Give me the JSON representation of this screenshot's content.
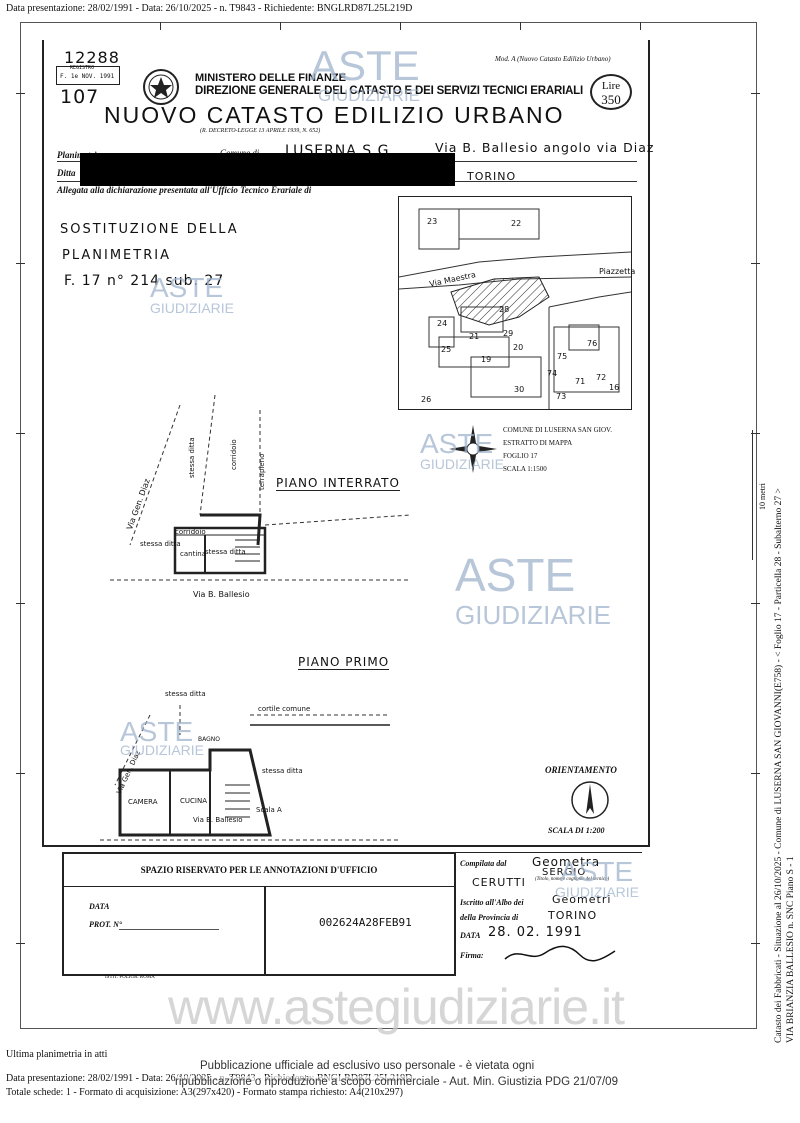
{
  "header_line": "Data presentazione: 28/02/1991 - Data: 26/10/2025 - n. T9843 - Richiedente: BNGLRD87L25L219D",
  "stamp": {
    "number": "12288",
    "handwritten": "107",
    "mini_label": "REGISTRO",
    "mini_date": "F. 1e NOV. 1991"
  },
  "form": {
    "model": "Mod. A (Nuovo Catasto Edilizio Urbano)",
    "ministry": "MINISTERO DELLE FINANZE",
    "direction": "DIREZIONE GENERALE DEL CATASTO E DEI SERVIZI TECNICI ERARIALI",
    "title": "NUOVO CATASTO EDILIZIO URBANO",
    "decree": "(R. DECRETO-LEGGE 13 APRILE 1939, N. 652)",
    "price_label": "Lire",
    "price": "350",
    "row_plan": "Planimetria",
    "row_comune": "Comune di",
    "comune_value": "LUSERNA S.G.",
    "address": "Via B. Ballesio angolo via Diaz",
    "row_ditta": "Ditta",
    "row_allegata": "Allegata alla dichiarazione presentata all'Ufficio Tecnico Erariale di",
    "province": "TORINO"
  },
  "notes": {
    "line1": "SOSTITUZIONE DELLA",
    "line2": "PLANIMETRIA",
    "line3": "F. 17 n° 214 sub. 27"
  },
  "map": {
    "labels": [
      "23",
      "22",
      "Via Maestra",
      "Piazzetta",
      "28",
      "24",
      "25",
      "21",
      "19",
      "20",
      "29",
      "75",
      "76",
      "74",
      "71",
      "72",
      "73",
      "30",
      "26",
      "16"
    ],
    "legend_lines": [
      "COMUNE DI LUSERNA SAN GIOV.",
      "ESTRATTO DI MAPPA",
      "FOGLIO 17",
      "SCALA 1:1500"
    ]
  },
  "plans": {
    "interrato_title": "PIANO INTERRATO",
    "primo_title": "PIANO PRIMO",
    "interrato_labels": [
      "stessa ditta",
      "corridoio",
      "terrapieno",
      "Via Gen. Diaz",
      "stessa ditta",
      "corridoio",
      "cantina",
      "stessa ditta",
      "Via B. Ballesio"
    ],
    "primo_labels": [
      "stessa ditta",
      "cortile comune",
      "BAGNO",
      "Via Gen. Diaz",
      "CAMERA",
      "CUCINA",
      "stessa ditta",
      "Scala A",
      "Via B. Ballesio"
    ]
  },
  "orientation": {
    "label": "ORIENTAMENTO",
    "scale": "SCALA DI 1:200"
  },
  "office": {
    "title": "SPAZIO RISERVATO PER LE ANNOTAZIONI D'UFFICIO",
    "data_label": "DATA",
    "prot_label": "PROT. N°",
    "prot_stamp": "002624A28FEB91"
  },
  "compiler": {
    "compiled_label": "Compilata dal",
    "role": "Geometra",
    "surname": "CERUTTI",
    "name": "SERGIO",
    "name_hint": "(Titolo, nome e cognome del tecnico)",
    "albo_label": "Iscritto all'Albo dei",
    "albo_value": "Geometri",
    "prov_label": "della Provincia di",
    "prov_value": "TORINO",
    "date_label": "DATA",
    "date_value": "28. 02. 1991",
    "sign_label": "Firma:"
  },
  "print_code": "ISTIT. POLIGR. ROMA",
  "watermarks": {
    "aste": "ASTE",
    "giudiziarie": "GIUDIZIARIE",
    "site": "www.astegiudiziarie.it"
  },
  "side": {
    "line1": "Catasto dei Fabbricati - Situazione al 26/10/2025 - Comune di LUSERNA SAN GIOVANNI(E758) - < Foglio 17 - Particella 28 - Subalterno 27 >",
    "line2": "VIA BRIANZIA BALLESIO n. SNC Piano S - 1",
    "scale_mark": "10 metri"
  },
  "footer": {
    "last_plan": "Ultima planimetria in atti",
    "line_a": "Data presentazione: 28/02/1991 - Data: 26/10/2025 - n. T9843 - Richiedente: BNGLRD87L25L219D",
    "line_b": "Totale schede: 1 - Formato di acquisizione: A3(297x420) - Formato stampa richiesto: A4(210x297)",
    "notice1": "Pubblicazione ufficiale ad esclusivo uso personale - è vietata ogni",
    "notice2": "ripubblicazione o riproduzione a scopo commerciale - Aut. Min. Giustizia PDG 21/07/09"
  }
}
